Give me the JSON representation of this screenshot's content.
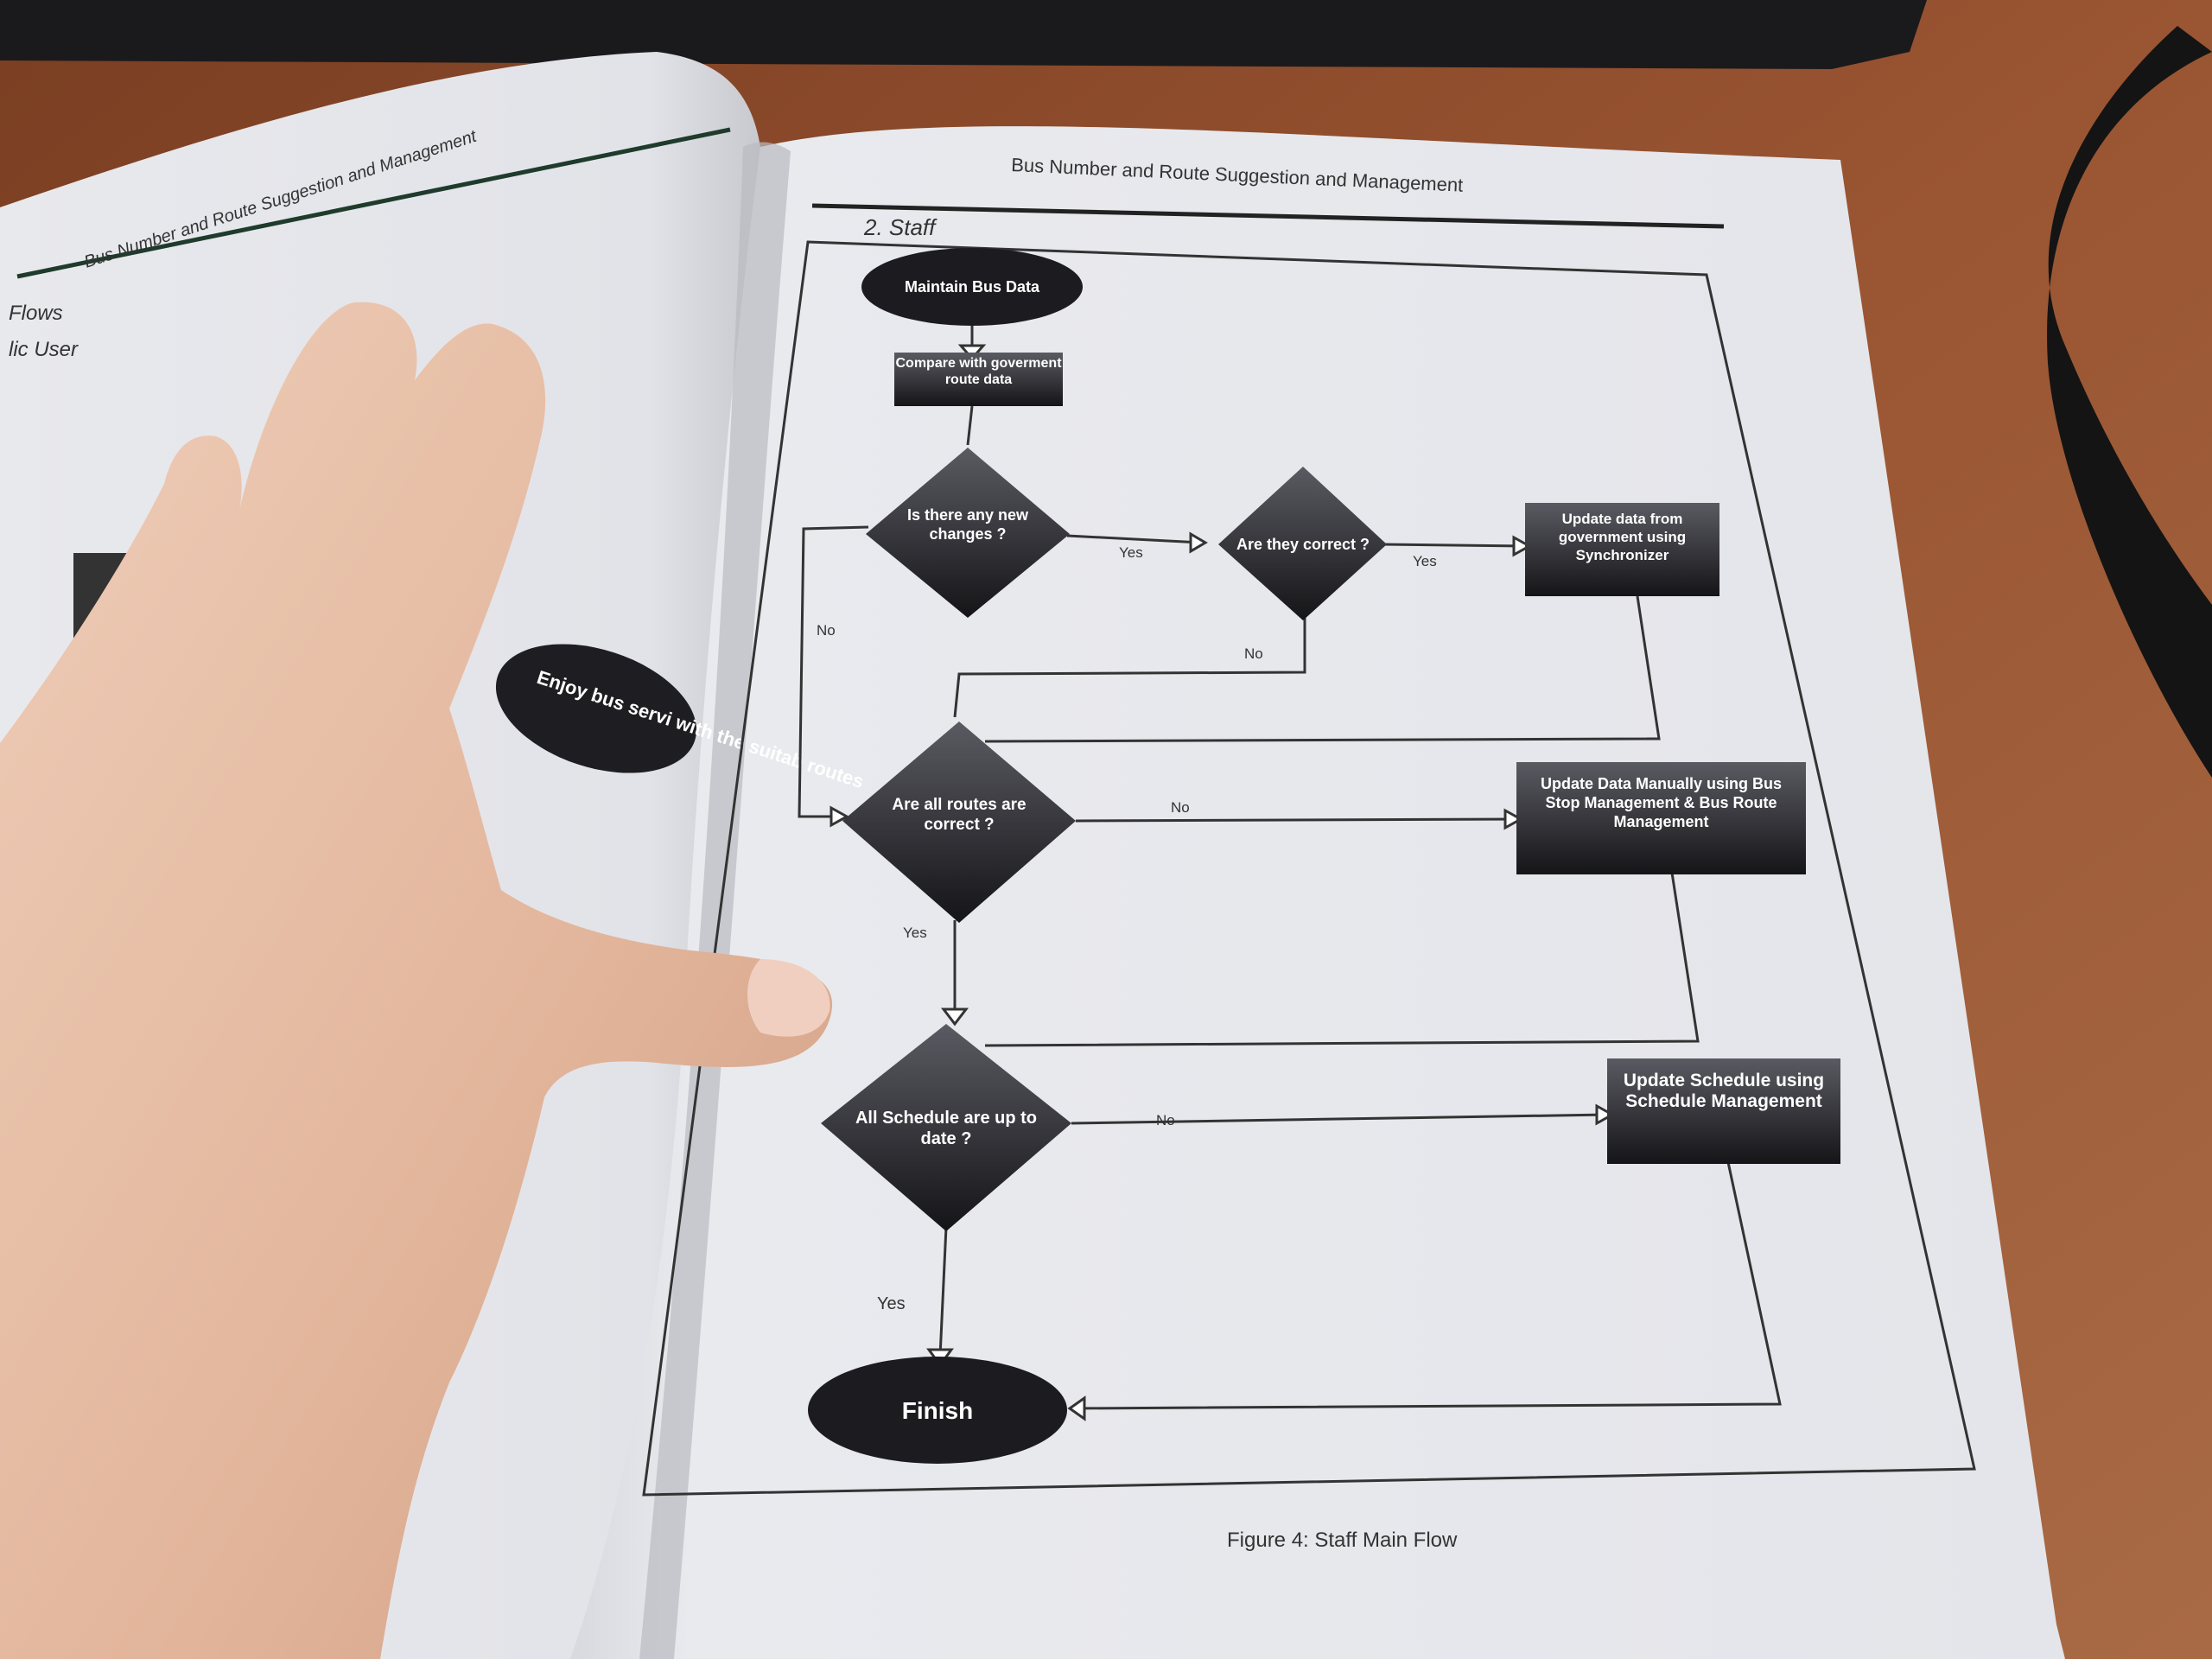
{
  "left_page": {
    "header": "Bus Number and Route Suggestion and Management",
    "section_heading": "Flows",
    "sub_heading": "lic User",
    "fragment_text": "Enjoy bus servi with the suitab routes"
  },
  "right_page": {
    "header": "Bus Number and Route Suggestion and Management",
    "section": "2.  Staff",
    "caption": "Figure 4: Staff Main Flow",
    "flowchart": {
      "start": "Maintain Bus Data",
      "compare": "Compare with goverment route data",
      "q_changes": "Is there any new changes ?",
      "q_correct": "Are they correct ?",
      "update_gov": "Update data from government using Synchronizer",
      "q_routes": "Are all routes are correct ?",
      "update_manual": "Update Data Manually using Bus Stop Management & Bus Route Management",
      "q_schedule": "All Schedule are up to date ?",
      "update_schedule": "Update Schedule using Schedule Management",
      "finish": "Finish",
      "labels": {
        "yes": "Yes",
        "no": "No"
      }
    }
  },
  "colors": {
    "desk": "#8a4a2a",
    "paper": "#e6e7ec",
    "shape_dark": "#2a2a2e",
    "skin": "#e3b9a0"
  }
}
